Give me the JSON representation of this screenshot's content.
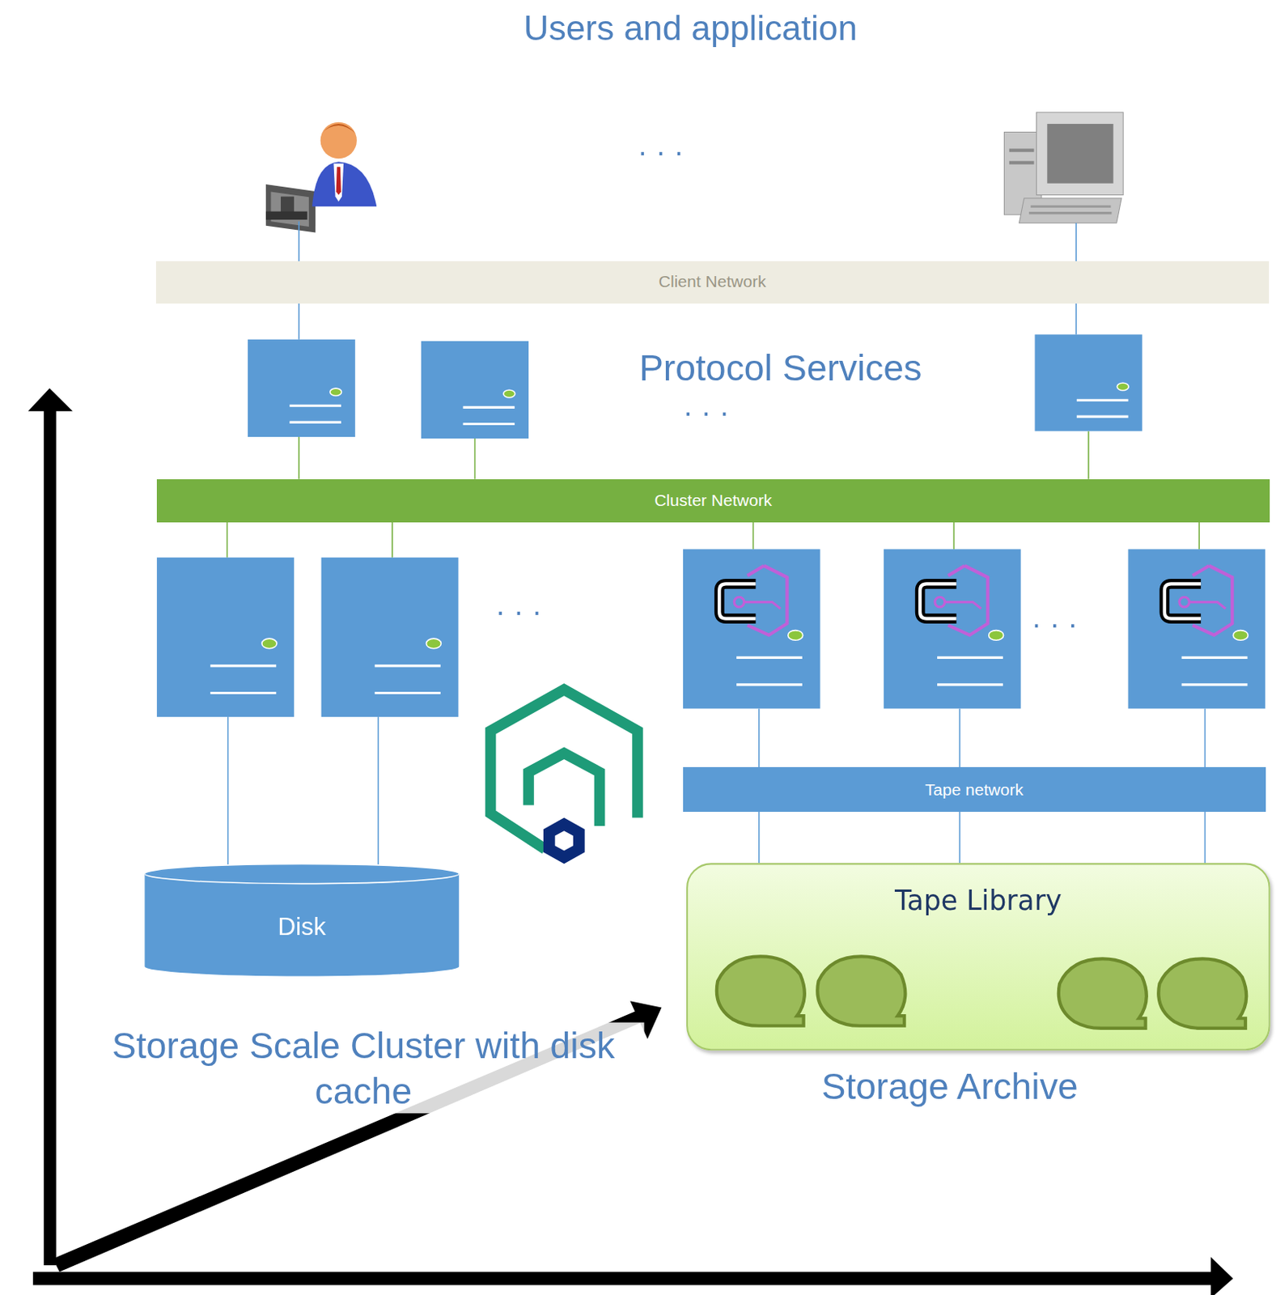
{
  "diagram": {
    "title": "Users and application",
    "nodes": [
      {
        "text": [
          "Client Network"
        ]
      },
      {
        "text": [
          "Cluster Network"
        ]
      },
      {
        "text": [
          "Tape network"
        ]
      },
      {
        "text": [
          "Disk"
        ]
      },
      {
        "text": [
          "Tape Library"
        ]
      }
    ],
    "edges": [
      {
        "from": 2,
        "to": 4,
        "arrow": "none"
      },
      {
        "from": 2,
        "to": 4,
        "arrow": "none"
      },
      {
        "from": 2,
        "to": 4,
        "arrow": "none"
      }
    ],
    "labels": [
      "· · ·",
      "Protocol Services",
      "· · ·",
      "· · ·",
      "· · ·",
      "Storage Scale Cluster with disk cache",
      "Storage Archive"
    ]
  }
}
